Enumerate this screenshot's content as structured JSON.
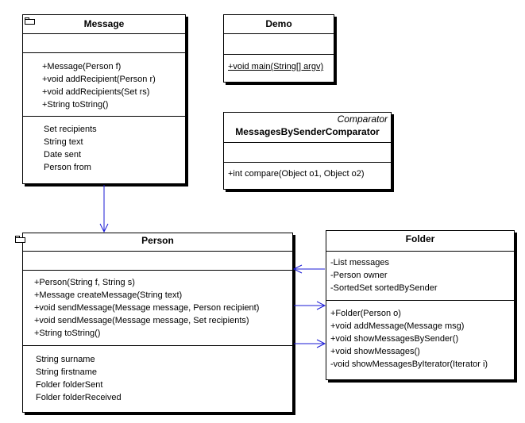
{
  "classes": {
    "message": {
      "name": "Message",
      "operations": [
        "+Message(Person f)",
        "+void addRecipient(Person r)",
        "+void addRecipients(Set rs)",
        "+String toString()"
      ],
      "attributes": [
        "Set recipients",
        "String text",
        "Date sent",
        "Person from"
      ]
    },
    "demo": {
      "name": "Demo",
      "operations": [
        "+void main(String[] argv)"
      ]
    },
    "comparator": {
      "stereotype": "Comparator",
      "name": "MessagesBySenderComparator",
      "operations": [
        "+int compare(Object o1, Object o2)"
      ]
    },
    "person": {
      "name": "Person",
      "operations": [
        "+Person(String f, String s)",
        "+Message createMessage(String text)",
        "+void sendMessage(Message message, Person recipient)",
        "+void sendMessage(Message message, Set recipients)",
        "+String toString()"
      ],
      "attributes": [
        "String surname",
        "String firstname",
        "Folder folderSent",
        "Folder folderReceived"
      ]
    },
    "folder": {
      "name": "Folder",
      "attributes": [
        "-List messages",
        "-Person owner",
        "-SortedSet sortedBySender"
      ],
      "operations": [
        "+Folder(Person o)",
        "+void addMessage(Message msg)",
        "+void showMessagesBySender()",
        "+void showMessages()",
        "-void showMessagesByIterator(Iterator i)"
      ]
    }
  }
}
